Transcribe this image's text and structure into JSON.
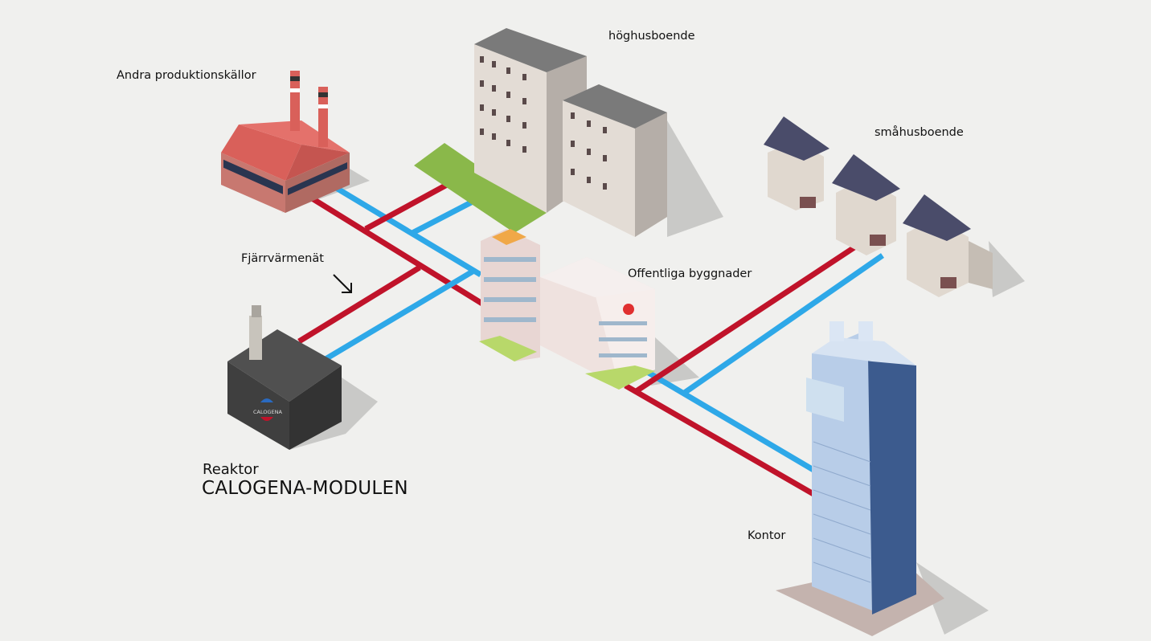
{
  "labels": {
    "other_sources": "Andra produktionskällor",
    "highrise": "höghusboende",
    "smallhouse": "småhusboende",
    "network": "Fjärrvärmenät",
    "public": "Offentliga byggnader",
    "reactor_small": "Reaktor",
    "reactor_big": "CALOGENA-MODULEN",
    "office": "Kontor"
  },
  "logo_text": "CALOGENA",
  "colors": {
    "supply_pipe": "#c0132a",
    "return_pipe": "#2ea8e8",
    "background": "#f0f0ee"
  }
}
